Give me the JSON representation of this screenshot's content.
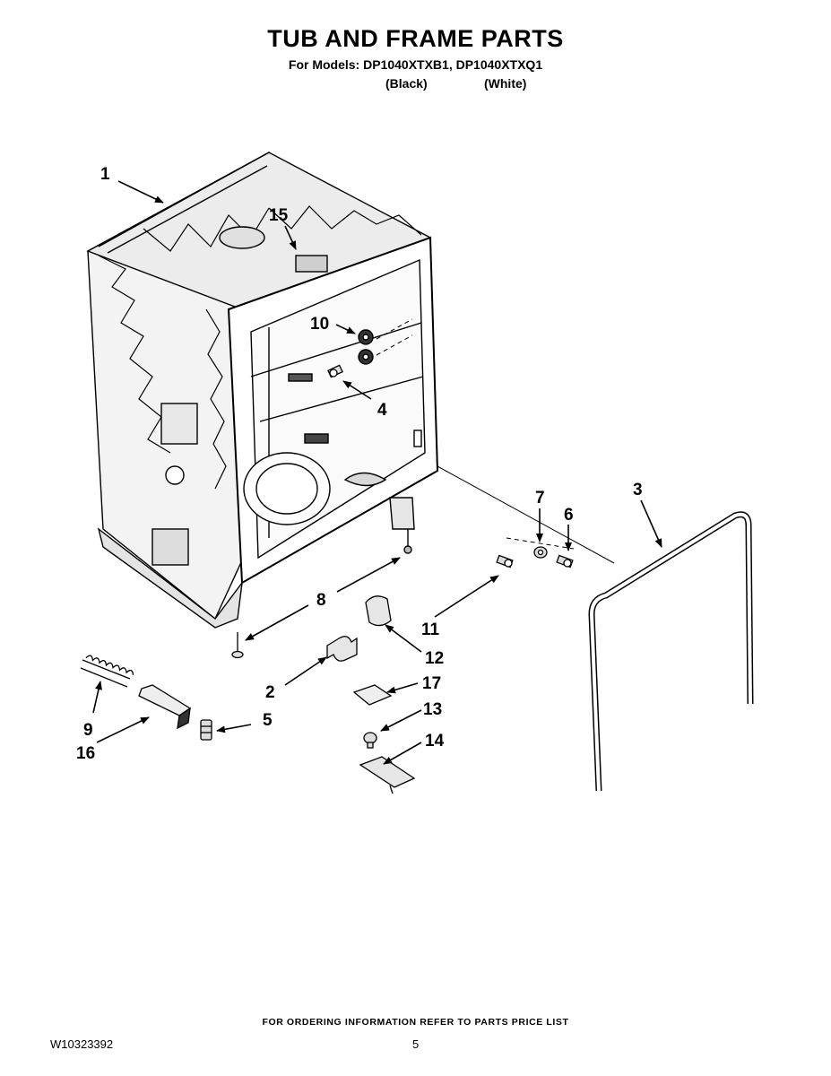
{
  "header": {
    "title": "TUB AND FRAME PARTS",
    "subtitle": "For Models: DP1040XTXB1, DP1040XTXQ1",
    "variant_black": "(Black)",
    "variant_white": "(White)"
  },
  "callouts": [
    "1",
    "15",
    "10",
    "4",
    "7",
    "6",
    "3",
    "8",
    "11",
    "12",
    "2",
    "17",
    "13",
    "14",
    "5",
    "9",
    "16"
  ],
  "footer": {
    "ordering_note": "FOR ORDERING INFORMATION REFER TO PARTS PRICE LIST",
    "doc_id": "W10323392",
    "page_number": "5"
  }
}
